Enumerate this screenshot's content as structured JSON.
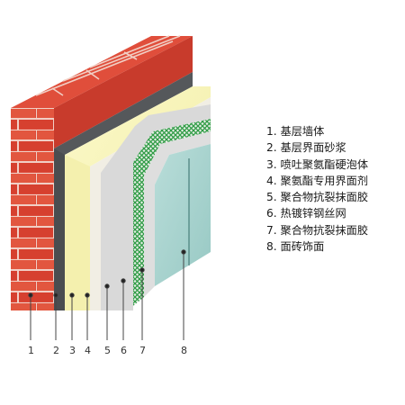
{
  "legend": {
    "items": [
      "1. 基层墙体",
      "2. 基层界面砂浆",
      "3. 喷吐聚氨酯硬泡体",
      "4. 聚氨酯专用界面剂",
      "5. 聚合物抗裂抹面胶",
      "6. 热镀锌钢丝网",
      "7. 聚合物抗裂抹面胶",
      "8. 面砖饰面"
    ]
  },
  "callouts": [
    "1",
    "2",
    "3",
    "4",
    "5",
    "6",
    "7",
    "8"
  ],
  "colors": {
    "brick": "#d94436",
    "brick_light": "#e8604c",
    "mortar_joint": "#f3d2c8",
    "base_mortar": "#56595c",
    "foam": "#f7f4b6",
    "interface": "#f2efe6",
    "render": "#dcdcdc",
    "mesh": "#2e9a45",
    "tile": "#a7d3cf",
    "leader": "#444444"
  }
}
